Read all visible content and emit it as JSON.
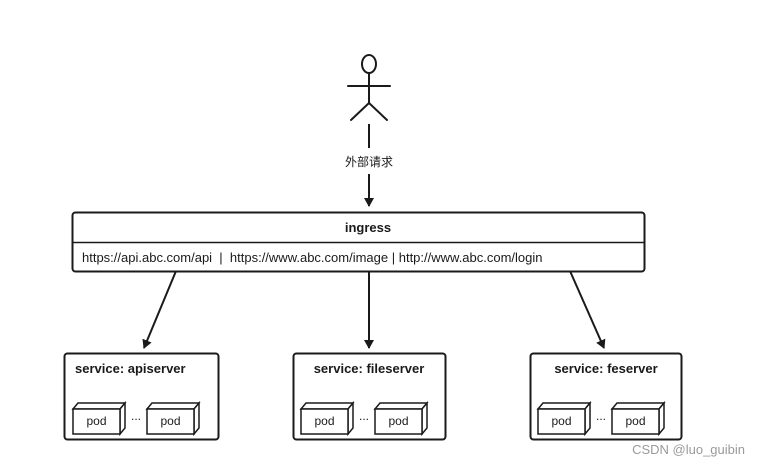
{
  "actor": {
    "icon": "stick-figure-icon",
    "request_label": "外部请求"
  },
  "ingress": {
    "title": "ingress",
    "routes": "https://api.abc.com/api  |  https://www.abc.com/image | http://www.abc.com/login"
  },
  "services": [
    {
      "title": "service: apiserver",
      "pods": [
        "pod",
        "pod"
      ],
      "ellipsis": "..."
    },
    {
      "title": "service: fileserver",
      "pods": [
        "pod",
        "pod"
      ],
      "ellipsis": "..."
    },
    {
      "title": "service: feserver",
      "pods": [
        "pod",
        "pod"
      ],
      "ellipsis": "..."
    }
  ],
  "watermark": "CSDN @luo_guibin",
  "colors": {
    "stroke": "#1a1a1a",
    "background": "#ffffff",
    "watermark": "#9a9a9a"
  }
}
